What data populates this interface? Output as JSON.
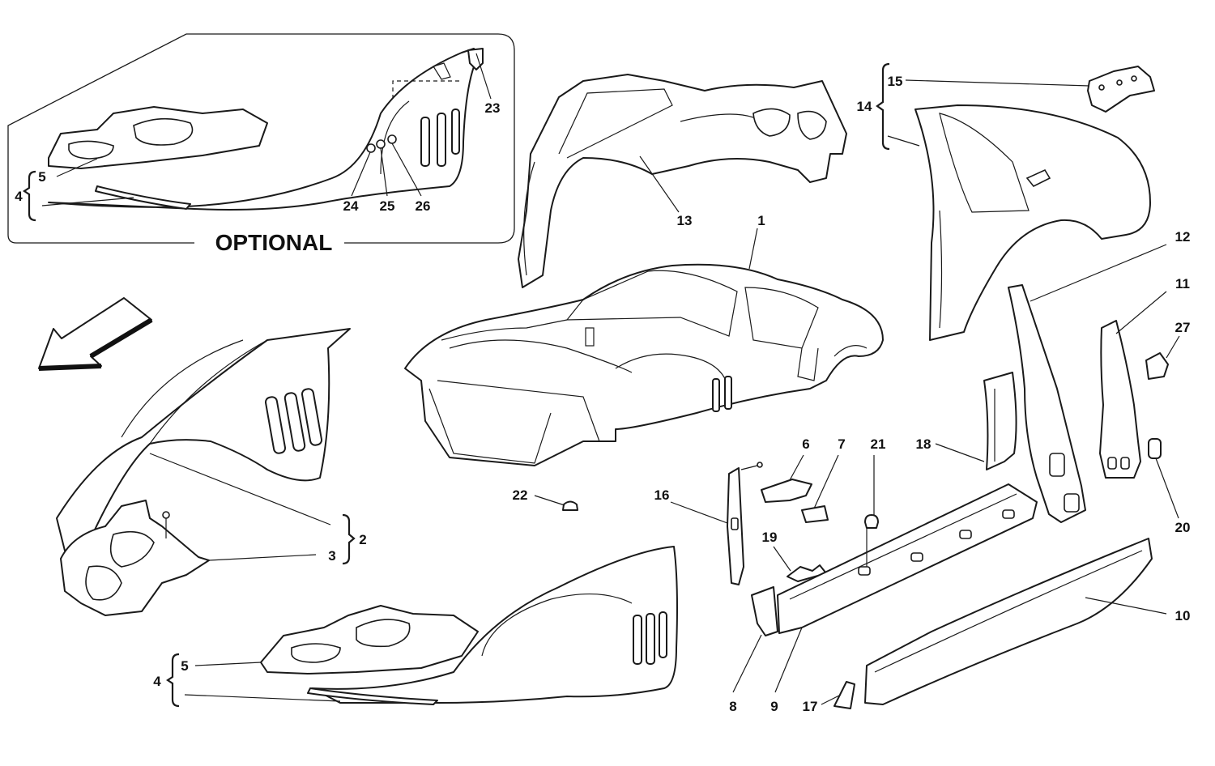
{
  "optional_label": "OPTIONAL",
  "callouts": [
    "1",
    "2",
    "3",
    "4",
    "5",
    "6",
    "7",
    "8",
    "9",
    "10",
    "11",
    "12",
    "13",
    "14",
    "15",
    "16",
    "17",
    "18",
    "19",
    "20",
    "21",
    "22",
    "23",
    "24",
    "25",
    "26",
    "27",
    "4",
    "5"
  ],
  "icons": {
    "direction_arrow": "front-direction-arrow-icon"
  }
}
